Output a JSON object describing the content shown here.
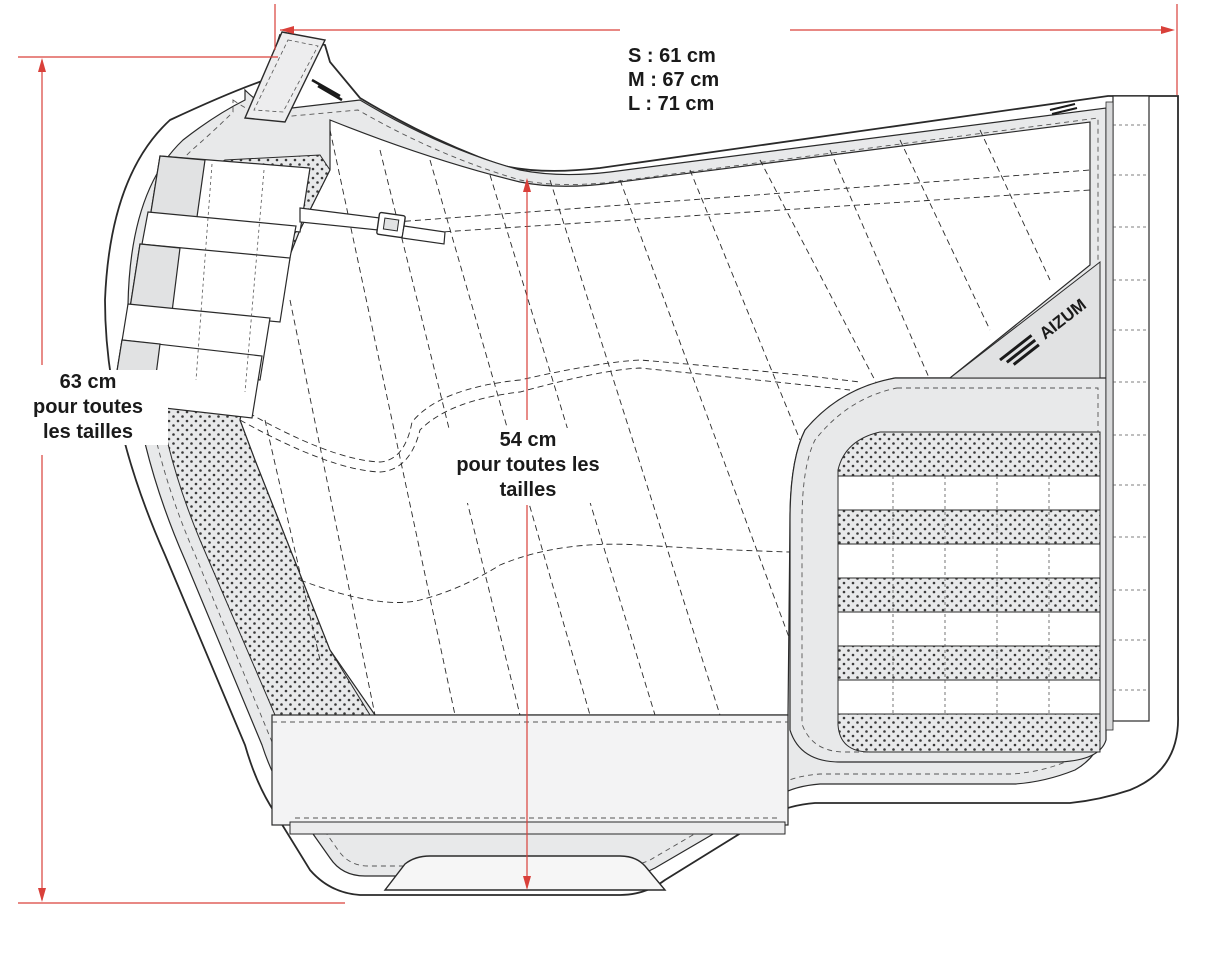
{
  "dimensions": {
    "width": {
      "lines": [
        "S : 61 cm",
        "M : 67 cm",
        "L : 71 cm"
      ]
    },
    "height": {
      "lines": [
        "63 cm",
        "pour toutes",
        "les tailles"
      ]
    },
    "depth": {
      "lines": [
        "54 cm",
        "pour toutes les",
        "tailles"
      ]
    }
  },
  "brand": {
    "text": "AIZUM"
  },
  "colors": {
    "dimension_lines": "#d9403a",
    "outline": "#2a2a2a",
    "panel_fill": "#e8e9ea",
    "background": "#ffffff"
  }
}
